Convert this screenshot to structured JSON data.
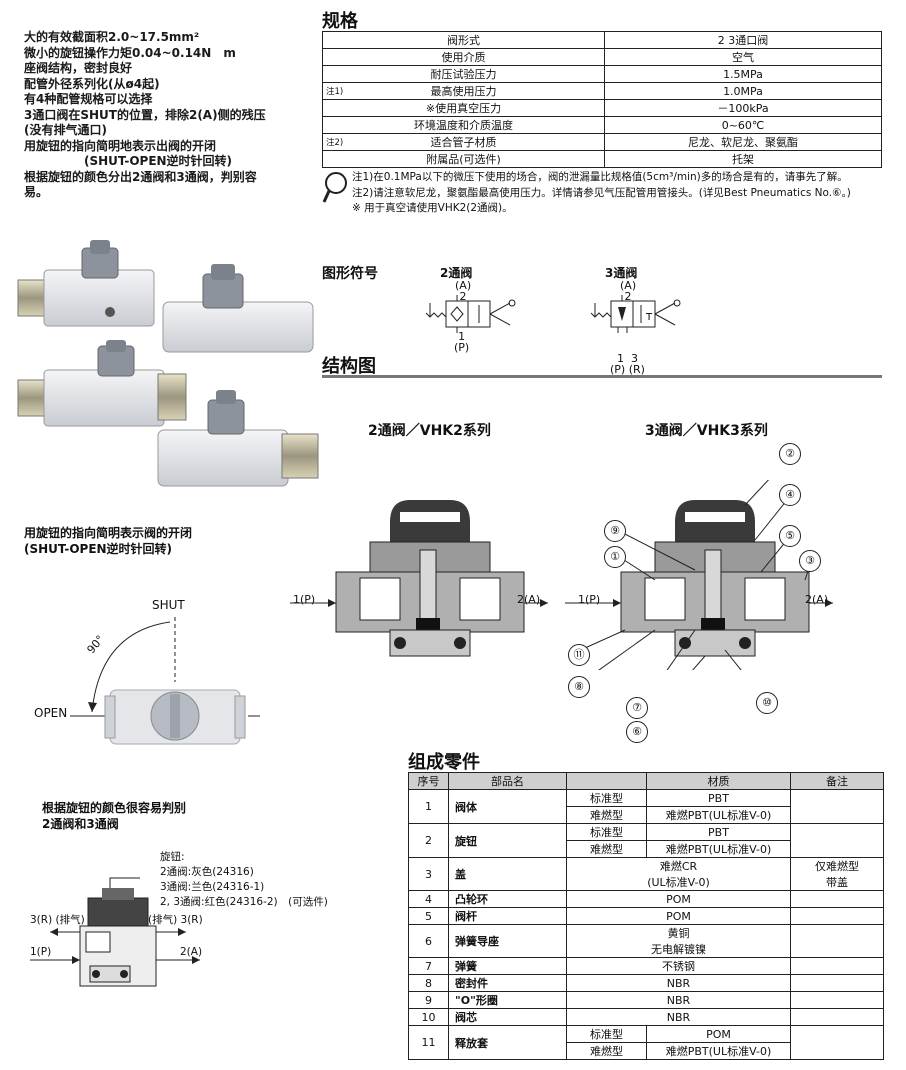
{
  "features": [
    "大的有效截面积2.0~17.5mm²",
    "微小的旋钮操作力矩0.04~0.14N　m",
    "座阀结构，密封良好",
    "配管外径系列化(从ø4起)",
    "有4种配管规格可以选择",
    "3通口阀在SHUT的位置，排除2(A)侧的残压",
    "(没有排气通口)",
    "用旋钮的指向简明地表示出阀的开闭",
    "　　　　　(SHUT-OPEN逆时针回转)",
    "根据旋钮的颜色分出2通阀和3通阀，判别容",
    "易。"
  ],
  "spec": {
    "title": "规格",
    "rows": [
      {
        "note": "",
        "key": "阀形式",
        "value": "2  3通口阀"
      },
      {
        "note": "",
        "key": "使用介质",
        "value": "空气"
      },
      {
        "note": "",
        "key": "耐压试验压力",
        "value": "1.5MPa"
      },
      {
        "note": "注1)",
        "key": "最高使用压力",
        "value": "1.0MPa"
      },
      {
        "note": "",
        "key": "※使用真空压力",
        "value": "－100kPa"
      },
      {
        "note": "",
        "key": "环境温度和介质温度",
        "value": "0~60℃"
      },
      {
        "note": "注2)",
        "key": "适合管子材质",
        "value": "尼龙、软尼龙、聚氨酯"
      },
      {
        "note": "",
        "key": "附属品(可选件)",
        "value": "托架"
      }
    ],
    "notes": [
      "注1)在0.1MPa以下的微压下使用的场合，阀的泄漏量比规格值(5cm³/min)多的场合是有的，请事先了解。",
      "注2)请注意软尼龙，聚氨酯最高使用压力。详情请参见气压配管用管接头。(详见Best Pneumatics No.⑥。)",
      "※ 用于真空请使用VHK2(2通阀)。"
    ]
  },
  "symbol": {
    "title": "图形符号",
    "two_way": {
      "label": "2通阀",
      "top1": "(A)",
      "top2": "2",
      "bot1": "1",
      "bot2": "(P)"
    },
    "three_way": {
      "label": "3通阀",
      "top1": "(A)",
      "top2": "2",
      "bot1": "1  3",
      "bot2": "(P) (R)",
      "t": "T"
    }
  },
  "structure": {
    "title": "结构图",
    "vhk2": "2通阀／VHK2系列",
    "vhk3": "3通阀／VHK3系列",
    "port_in": "1(P)",
    "port_out": "2(A)",
    "callouts": [
      "②",
      "④",
      "⑨",
      "①",
      "⑤",
      "③",
      "⑪",
      "⑧",
      "⑦",
      "⑥",
      "⑩"
    ]
  },
  "knob_caption": [
    "用旋钮的指向简明表示阀的开闭",
    "(SHUT-OPEN逆时针回转)"
  ],
  "knob_diagram": {
    "shut": "SHUT",
    "open": "OPEN",
    "angle": "90°"
  },
  "color_caption": [
    "根据旋钮的颜色很容易判别",
    "2通阀和3通阀"
  ],
  "color_diagram": {
    "lines": [
      "旋钮:",
      "2通阀:灰色(24316)",
      "3通阀:兰色(24316-1)",
      "2, 3通阀:红色(24316-2)　(可选件)"
    ],
    "exhaust_l": "3(R) (排气)",
    "exhaust_r": "(排气) 3(R)",
    "in": "1(P)",
    "out": "2(A)"
  },
  "components": {
    "title": "组成零件",
    "headers": [
      "序号",
      "部品名",
      "",
      "材质",
      "备注"
    ],
    "std": "标准型",
    "fr": "难燃型",
    "rows": [
      {
        "no": "1",
        "name": "阀体",
        "std": "PBT",
        "fr": "难燃PBT(UL标准V-0)"
      },
      {
        "no": "2",
        "name": "旋钮",
        "std": "PBT",
        "fr": "难燃PBT(UL标准V-0)"
      },
      {
        "no": "3",
        "name": "盖",
        "mat1": "难燃CR",
        "mat2": "(UL标准V-0)",
        "note1": "仅难燃型",
        "note2": "带盖"
      },
      {
        "no": "4",
        "name": "凸轮环",
        "mat": "POM"
      },
      {
        "no": "5",
        "name": "阀杆",
        "mat": "POM"
      },
      {
        "no": "6",
        "name": "弹簧导座",
        "mat1": "黄铜",
        "mat2": "无电解镀镍"
      },
      {
        "no": "7",
        "name": "弹簧",
        "mat": "不锈钢"
      },
      {
        "no": "8",
        "name": "密封件",
        "mat": "NBR"
      },
      {
        "no": "9",
        "name": "\"O\"形圈",
        "mat": "NBR"
      },
      {
        "no": "10",
        "name": "阀芯",
        "mat": "NBR"
      },
      {
        "no": "11",
        "name": "释放套",
        "std": "POM",
        "fr": "难燃PBT(UL标准V-0)"
      }
    ]
  }
}
